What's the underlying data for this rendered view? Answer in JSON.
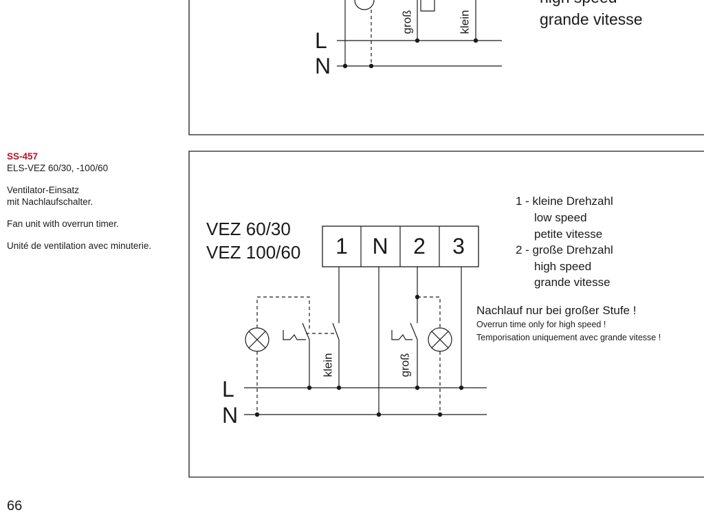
{
  "sidebar": {
    "code": "SS-457",
    "model": "ELS-VEZ 60/30, -100/60",
    "desc_de": [
      "Ventilator-Einsatz",
      "mit Nachlaufschalter."
    ],
    "desc_en": "Fan unit with overrun timer.",
    "desc_fr": "Unité de ventilation avec minuterie."
  },
  "page_number": "66",
  "top_diagram": {
    "label_gross": "groß",
    "label_klein": "klein",
    "line_l": "L",
    "line_n": "N",
    "legend_lines": [
      "high speed",
      "grande vitesse"
    ]
  },
  "main_diagram": {
    "model_lines": [
      "VEZ 60/30",
      "VEZ 100/60"
    ],
    "terminals": [
      "1",
      "N",
      "2",
      "3"
    ],
    "legend": [
      "1 - kleine Drehzahl",
      "low speed",
      "petite vitesse",
      "2 - große Drehzahl",
      "high speed",
      "grande vitesse"
    ],
    "note_de": "Nachlauf nur bei großer Stufe !",
    "note_en": "Overrun time only for high speed !",
    "note_fr": "Temporisation uniquement avec grande vitesse !",
    "label_klein": "klein",
    "label_gross": "groß",
    "line_l": "L",
    "line_n": "N"
  }
}
